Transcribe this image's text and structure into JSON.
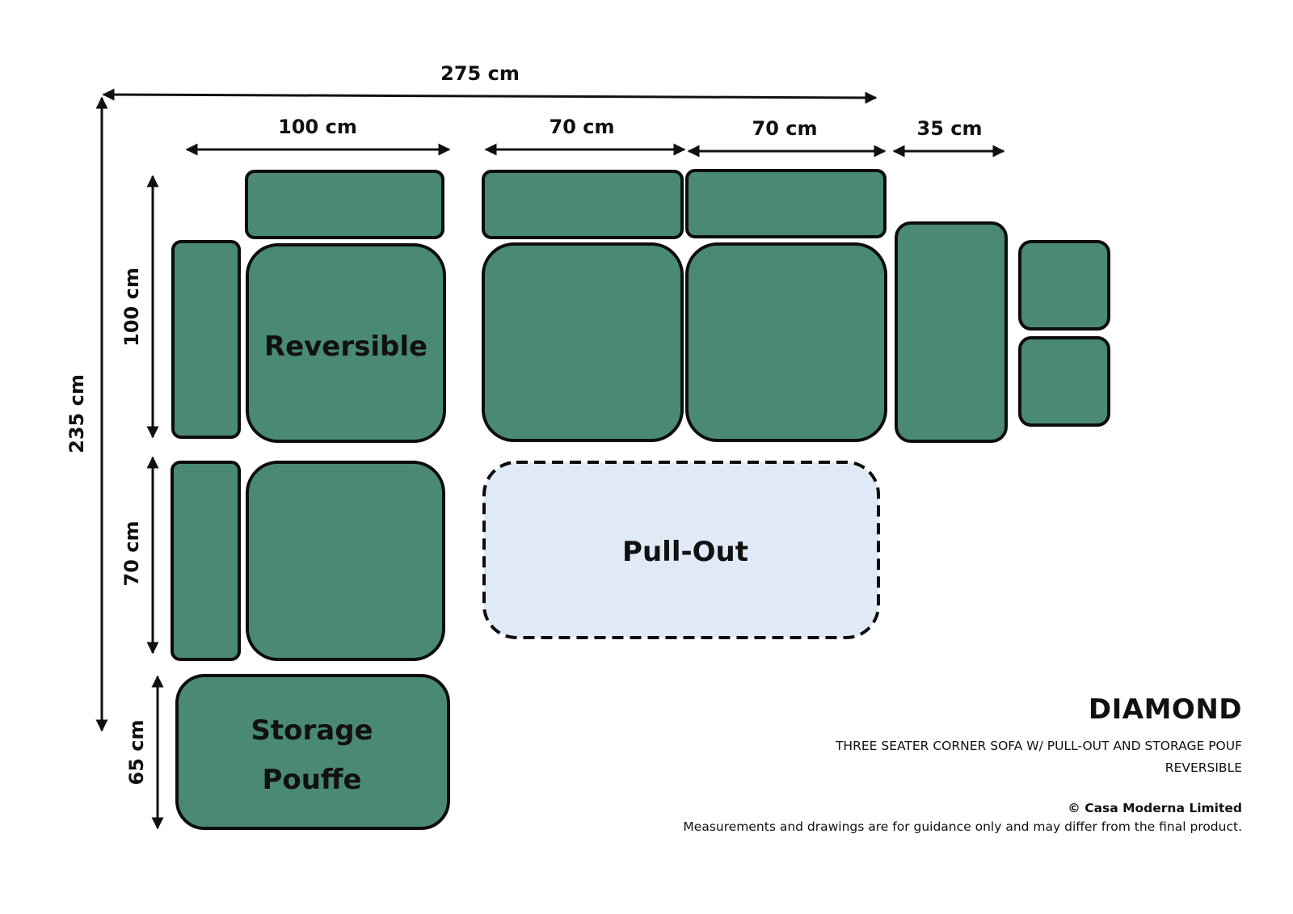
{
  "dimensions": {
    "overall_width": "275 cm",
    "overall_height": "235 cm",
    "corner_width": "100 cm",
    "seat1_width": "70 cm",
    "seat2_width": "70 cm",
    "arm_width": "35 cm",
    "corner_depth": "100 cm",
    "chaise_depth": "70 cm",
    "pouf_depth": "65 cm"
  },
  "labels": {
    "reversible": "Reversible",
    "pull_out": "Pull-Out",
    "storage_line1": "Storage",
    "storage_line2": "Pouffe"
  },
  "product": {
    "name": "DIAMOND",
    "description_line1": "THREE SEATER CORNER SOFA W/ PULL-OUT AND STORAGE POUF",
    "description_line2": "REVERSIBLE",
    "copyright": "© Casa Moderna Limited",
    "disclaimer": "Measurements and drawings are for guidance only and may differ from the final product."
  },
  "colors": {
    "cushion": "#4a8a72",
    "pull_out": "#dfeaf6",
    "outline": "#0d0d0d"
  }
}
